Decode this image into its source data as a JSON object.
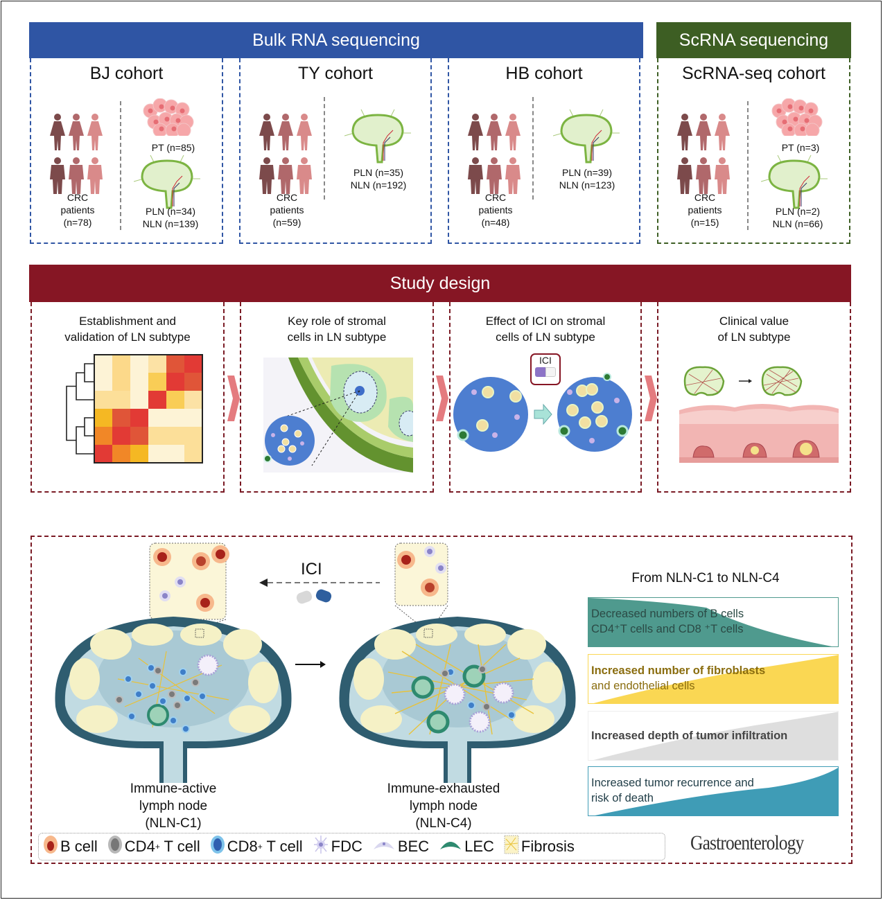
{
  "bulk_banner": {
    "label": "Bulk RNA sequencing",
    "color": "#2f55a4"
  },
  "sc_banner": {
    "label": "ScRNA sequencing",
    "color": "#3d5e23"
  },
  "cohorts": [
    {
      "title": "BJ cohort",
      "patients_label": "CRC",
      "patients_label2": "patients",
      "patients_n": "(n=78)",
      "pt": "PT (n=85)",
      "pln": "PLN (n=34)",
      "nln": "NLN (n=139)"
    },
    {
      "title": "TY cohort",
      "patients_label": "CRC",
      "patients_label2": "patients",
      "patients_n": "(n=59)",
      "pln": "PLN (n=35)",
      "nln": "NLN (n=192)"
    },
    {
      "title": "HB cohort",
      "patients_label": "CRC",
      "patients_label2": "patients",
      "patients_n": "(n=48)",
      "pln": "PLN (n=39)",
      "nln": "NLN (n=123)"
    },
    {
      "title": "ScRNA-seq cohort",
      "patients_label": "CRC",
      "patients_label2": "patients",
      "patients_n": "(n=15)",
      "pt": "PT (n=3)",
      "pln": "PLN (n=2)",
      "nln": "NLN (n=66)"
    }
  ],
  "study_banner": {
    "label": "Study design",
    "color": "#861624"
  },
  "steps": [
    {
      "line1": "Establishment and",
      "line2": "validation of LN subtype"
    },
    {
      "line1": "Key role of stromal",
      "line2": "cells in LN subtype"
    },
    {
      "line1": "Effect of ICI on stromal",
      "line2": "cells of LN subtype",
      "badge": "ICI"
    },
    {
      "line1": "Clinical value",
      "line2": "of LN subtype"
    }
  ],
  "heatmap": {
    "rows": [
      [
        "#fdf3d6",
        "#fcd98a",
        "#fdf3d6",
        "#fce2a5",
        "#e05538",
        "#e23a35"
      ],
      [
        "#fdf3d6",
        "#fcd98a",
        "#fdf3d6",
        "#f9cd56",
        "#e23a35",
        "#e05538"
      ],
      [
        "#fcdf99",
        "#fcdf99",
        "#fdf3d6",
        "#e23a35",
        "#f9cd56",
        "#fce2a5"
      ],
      [
        "#f5b823",
        "#e05538",
        "#e23a35",
        "#fdf3d6",
        "#fdf3d6",
        "#fdf3d6"
      ],
      [
        "#f18727",
        "#e23a35",
        "#e05538",
        "#fcdf99",
        "#fcdf99",
        "#fcdf99"
      ],
      [
        "#e23a35",
        "#f18727",
        "#f5b823",
        "#fdf3d6",
        "#fdf3d6",
        "#fcdf99"
      ]
    ]
  },
  "bottom": {
    "ici_label": "ICI",
    "left_node": {
      "line1": "Immune-active",
      "line2": "lymph node",
      "line3": "(NLN-C1)"
    },
    "right_node": {
      "line1": "Immune-exhausted",
      "line2": "lymph node",
      "line3": "(NLN-C4)"
    },
    "trend_title": "From NLN-C1 to NLN-C4",
    "trends": [
      {
        "line1": "Decreased numbers of B cells",
        "line2": "CD4⁺T cells and CD8 ⁺T cells",
        "direction": "decrease",
        "color": "#4f9a8e"
      },
      {
        "line1": "Increased number of fibroblasts",
        "line2": "and endothelial cells",
        "direction": "increase",
        "color": "#fad753"
      },
      {
        "line1": "Increased depth of tumor infiltration",
        "direction": "increase",
        "color": "#dedede"
      },
      {
        "line1": "Increased tumor recurrence and",
        "line2": "risk of death",
        "direction": "increase",
        "color": "#3f9cb6"
      }
    ]
  },
  "legend": [
    {
      "label": "B cell",
      "icon": "b-cell-icon"
    },
    {
      "label": "CD4",
      "sup": "+",
      "suffix": " T cell",
      "icon": "cd4-t-cell-icon"
    },
    {
      "label": "CD8",
      "sup": "+",
      "suffix": " T cell",
      "icon": "cd8-t-cell-icon"
    },
    {
      "label": "FDC",
      "icon": "fdc-icon"
    },
    {
      "label": "BEC",
      "icon": "bec-icon"
    },
    {
      "label": "LEC",
      "icon": "lec-icon"
    },
    {
      "label": "Fibrosis",
      "icon": "fibrosis-icon"
    }
  ],
  "journal": "Gastroenterology"
}
